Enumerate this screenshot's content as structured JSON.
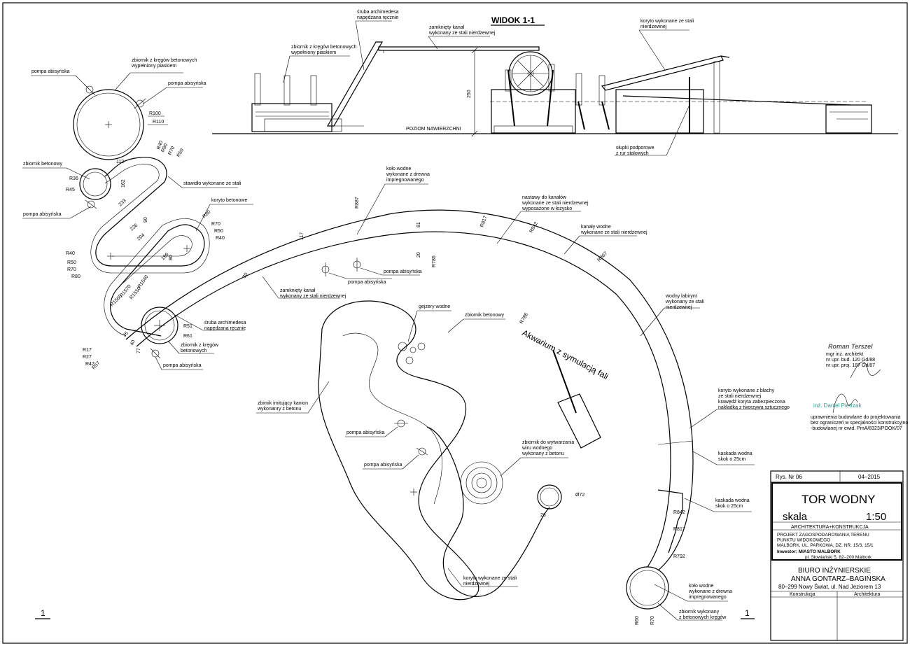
{
  "view_title": "WIDOK 1-1",
  "section_labels": {
    "sruba_top": "śruba archimedesa\nnapędzana ręcznie",
    "zbiornik_top": "zbiornik z kręgów betonowych\nwypełniony piaskiem",
    "kanal_top": "zamknięty kanał\nwykonany ze stali nierdzewnej",
    "koryto_top": "koryto wykonane ze stali\nnierdzewnej",
    "slupki": "słupki podporowe\nz rur stalowych",
    "poziom": "POZIOM NAWIERZCHNI",
    "height": "250"
  },
  "plan_labels": {
    "pompa1": "pompa abisyńska",
    "pompa2": "pompa abisyńska",
    "zbiornik_kregi": "zbiornik z kręgów betonowych\nwypełniony piaskiem",
    "zbiornik_bet": "zbiornik betonowy",
    "pompa3": "pompa abisyńska",
    "stawidlo": "stawidło wykonane ze stali",
    "koryto_bet": "koryto betonowe",
    "kolo1": "koło wodne\nwykonane z drewna\nimpregnowanego",
    "nastawy": "nastawy do kanałów\nwykonane ze stali nierdzewnej\nwyposażone w łożysko",
    "kanaly": "kanały wodne\nwykonane ze stali nierdzewnej",
    "pompa4": "pompa abisyńska",
    "pompa5": "pompa abisyńska",
    "kanal_zamk": "zamknięty kanał\nwykonany ze stali nierdzewnej",
    "gejzery": "gejzery wodne",
    "zbiornik_bet2": "zbiornik betonowy",
    "sruba2": "śruba archimedesa\nnapędzana ręcznie",
    "zbiornik_kregi2": "zbiornik z kręgów\nbetonowych",
    "pompa6": "pompa abisyńska",
    "labirynt": "wodny labirynt\nwykonany ze stali\nnierdzewnej",
    "akwarium": "Akwarium z symulacją fali",
    "kanion": "zbirnik imitujący kanion\nwykonanry z betonu",
    "pompa7": "pompa abisyńska",
    "pompa8": "pompa abisyńska",
    "wir": "zbiornik do wytwarzania\nwiru wodnego\nwykonany z betonu",
    "koryto_blacha": "koryto wykonane z blachy\nze stali nierdzewnej\nkrawędź koryta zabezpieczona\nnakładką z tworzywa sztucznego",
    "kaskada1": "kaskada wodna\nskok o 25cm",
    "kaskada2": "kaskada wodna\nskok o 25cm",
    "koryto_dol": "koryto wykonane ze stali\nnierdzewnej",
    "kolo2": "koło wodne\nwykonane z drewna\nimpregnowanego",
    "zbiornik_dol": "zbiornik wykonany\nz betonowych kręgów"
  },
  "dimensions": [
    "R100",
    "R110",
    "112",
    "R40",
    "R60",
    "R70",
    "R36",
    "R45",
    "R80",
    "162",
    "233",
    "226",
    "204",
    "199",
    "80",
    "90",
    "R80",
    "R70",
    "R50",
    "R40",
    "R40",
    "R50",
    "R70",
    "R80",
    "R1560",
    "R1570",
    "R1540",
    "R1550",
    "R51",
    "R61",
    "R17",
    "R27",
    "R47",
    "R57",
    "35",
    "40",
    "77",
    "30",
    "117",
    "R887",
    "81",
    "20",
    "R786",
    "R817",
    "R842",
    "R867",
    "R786",
    "Ø72",
    "26",
    "R842",
    "R817",
    "R792",
    "R60",
    "R70"
  ],
  "stamps": {
    "name1": "Roman Terszel",
    "name1_sub": "mgr inż. architekt\nnr upr. bud. 120 Gd/88\nnr upr. proj. 187 Gd/87",
    "name2": "inż. Daniel Pietrzak",
    "name2_sub": "uprawnienia budowlane do projektowania\nbez ograniczeń w specjalności konstrukcyjno\n-budowlanej nr ewid. PmA/8323/POOK/07"
  },
  "title_block": {
    "drawing_no": "Rys. Nr 06",
    "date": "04–2015",
    "title": "TOR WODNY",
    "scale_label": "skala",
    "scale_value": "1:50",
    "discipline": "ARCHITEKTURA+KONSTRUKCJA",
    "project": "PROJEKT ZAGOSPODAROWANIA TERENU\nPUNKTU WIDOKOWEGO\nMALBORK, UL. PARKOWA, DZ. NR. 15/3, 15/1",
    "investor1": "Inwestor: MIASTO MALBORK",
    "investor2": "pl. Słowiański 5, 82–200 Malbork",
    "office1": "BIURO INŻYNIERSKIE",
    "office2": "ANNA GONTARZ–BAGIŃSKA",
    "office3": "80–299 Nowy Świat, ul. Nad Jeziorem 13",
    "col1": "Konstrukcja",
    "col2": "Architektura"
  },
  "corner_marks": [
    "1",
    "1"
  ]
}
